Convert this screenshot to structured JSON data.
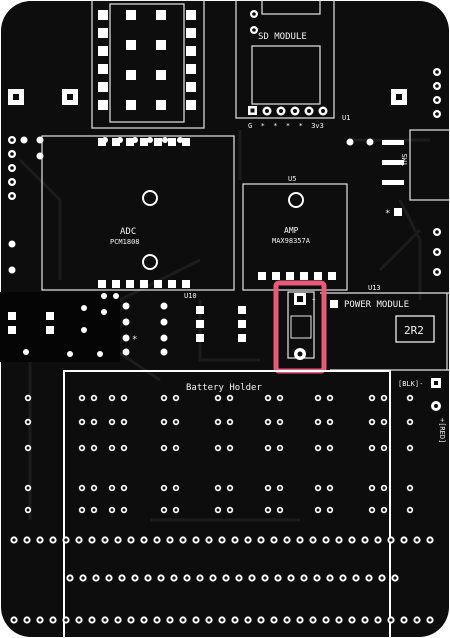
{
  "board": {
    "background_color": "#0d0d0d",
    "trace_color": "#1a1a1a",
    "silk_color": "#ffffff",
    "highlight_color": "#e85a7a"
  },
  "labels": {
    "sd_module": "SD MODULE",
    "sd_pins": "G  *  *  *  *  3v3",
    "u1": "U1",
    "u5": "U5",
    "adc": "ADC",
    "adc_part": "PCM1808",
    "u10": "U10",
    "amp": "AMP",
    "amp_part": "MAX98357A",
    "u13": "U13",
    "power_module": "POWER MODULE",
    "resistor": "2R2",
    "battery_holder": "Battery Holder",
    "blk": "[BLK]-",
    "red": "+[RED]",
    "tms": "TMS",
    "star": "*"
  },
  "highlight": {
    "name": "power switch highlight"
  }
}
